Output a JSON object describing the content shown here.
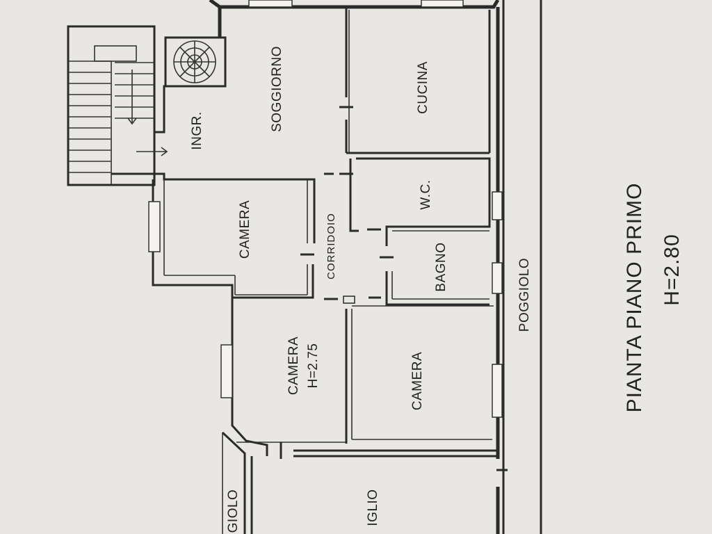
{
  "plan": {
    "rooms": {
      "soggiorno": "SOGGIORNO",
      "cucina": "CUCINA",
      "ingresso": "INGR.",
      "camera_top": "CAMERA",
      "corridoio": "CORRIDOIO",
      "wc": "W.C.",
      "bagno": "BAGNO",
      "camera_left": "CAMERA",
      "camera_left_height": "H=2.75",
      "camera_right": "CAMERA",
      "poggiolo_right": "POGGIOLO",
      "poggiolo_bottom": "GIOLO",
      "bottom_room": "IGLIO"
    },
    "title": {
      "line1": "PIANTA PIANO PRIMO",
      "line2": "H=2.80"
    }
  },
  "colors": {
    "paper": "#e9e7e3",
    "ink": "#2a2a2a"
  }
}
